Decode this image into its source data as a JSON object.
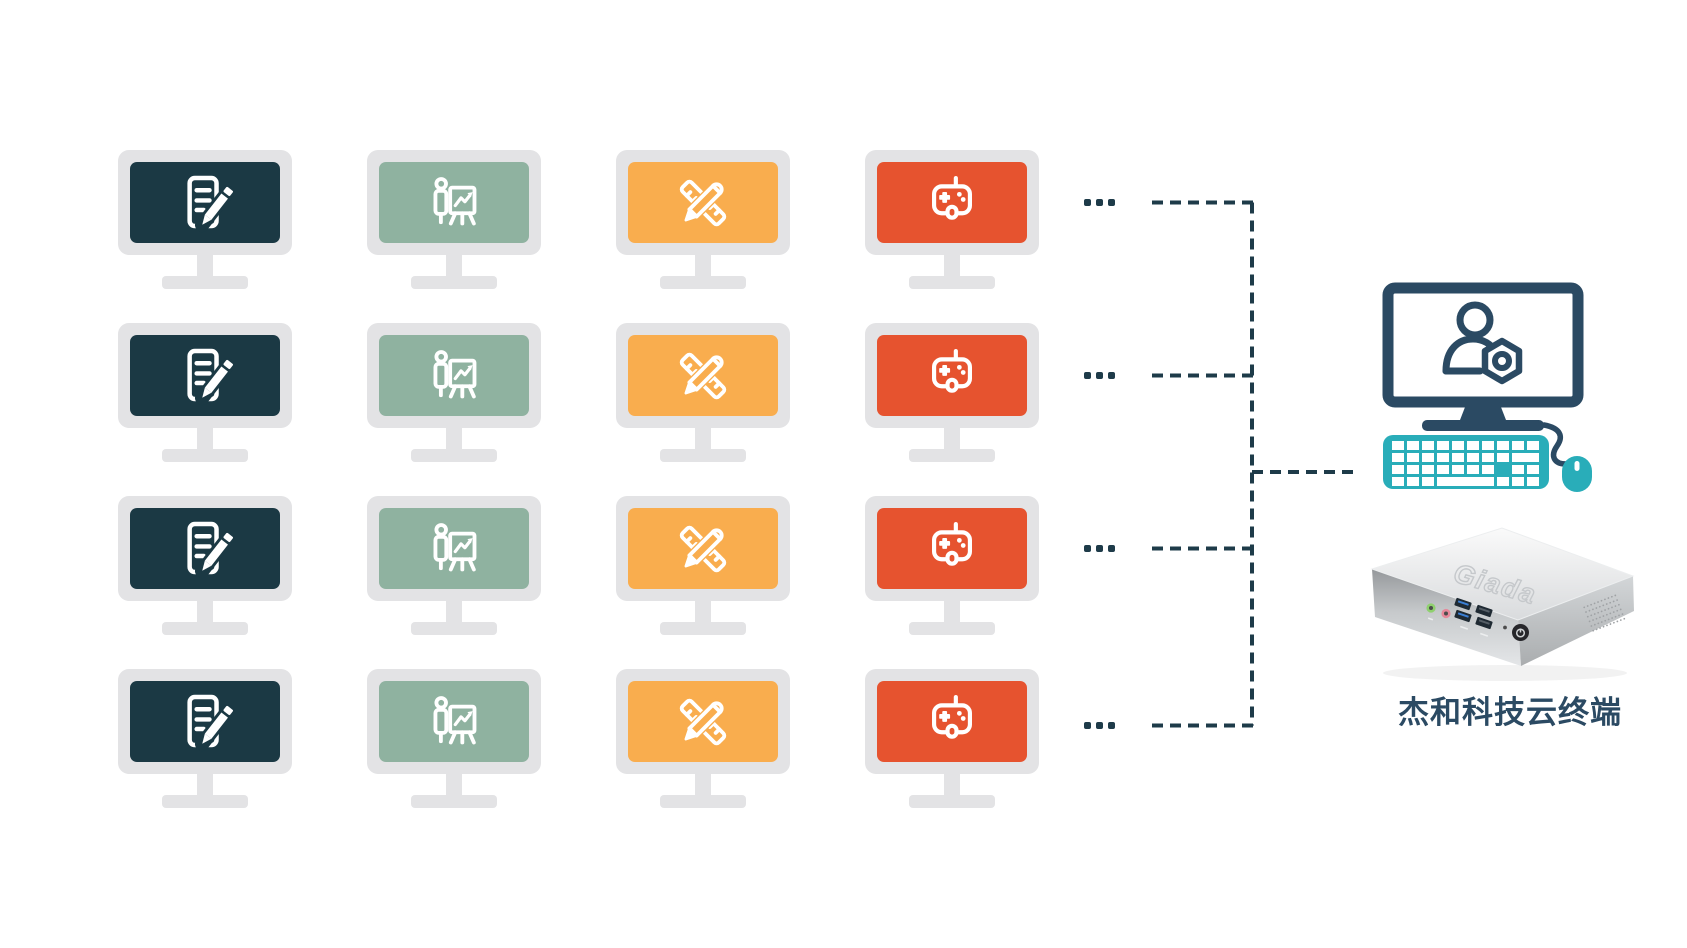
{
  "page": {
    "background": "#ffffff"
  },
  "monitor_grid": {
    "rows": 4,
    "bezel_color": "#e3e3e5",
    "icon_color": "#ffffff",
    "columns": [
      {
        "id": "office-documents",
        "icon": "document-edit-icon",
        "screen_color": "#1b3944"
      },
      {
        "id": "presentation",
        "icon": "presenter-chart-icon",
        "screen_color": "#8fb2a0"
      },
      {
        "id": "design-tools",
        "icon": "ruler-pencil-icon",
        "screen_color": "#f9ad4e"
      },
      {
        "id": "gaming",
        "icon": "gamepad-icon",
        "screen_color": "#e6532f"
      }
    ]
  },
  "connectors": {
    "line_color": "#1e3b49",
    "ellipsis_rows": 4,
    "dots_per_ellipsis": 3
  },
  "cloud_terminal": {
    "caption": "杰和科技云终端",
    "caption_color": "#2b4a63",
    "monitor_color": "#2b4a63",
    "screen_icon": "user-gear-icon",
    "keyboard_color": "#29adb9",
    "mouse_color": "#29adb9",
    "device_brand": "Giada"
  }
}
